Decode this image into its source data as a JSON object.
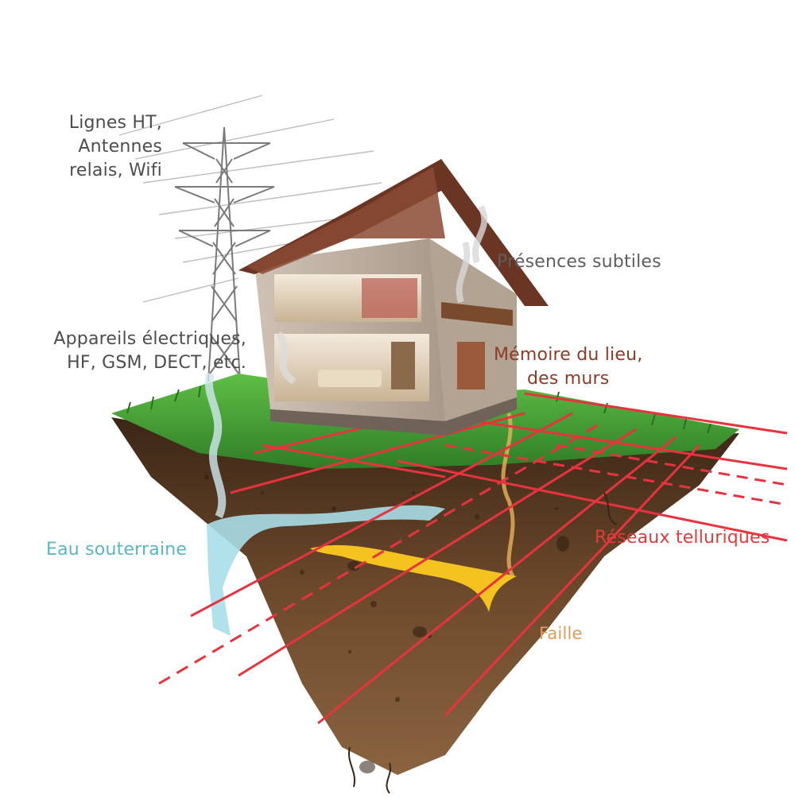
{
  "labels": {
    "power_lines": [
      "Lignes HT,",
      "Antennes",
      "relais, Wifi"
    ],
    "appliances": [
      "Appareils électriques,",
      "HF, GSM, DECT, etc."
    ],
    "subtle_presences": "Présences subtiles",
    "place_memory": [
      "Mémoire du lieu,",
      "des murs"
    ],
    "groundwater": "Eau souterraine",
    "telluric_networks": "Réseaux telluriques",
    "fault": "Faille"
  },
  "colors": {
    "telluric_grid": "#e8333f",
    "groundwater": "#9fd9e4",
    "fault": "#f2c21b",
    "grass": "#3f9b32",
    "soil": "#5a3a22",
    "roof": "#6b3524",
    "wall": "#d9cbbd"
  }
}
